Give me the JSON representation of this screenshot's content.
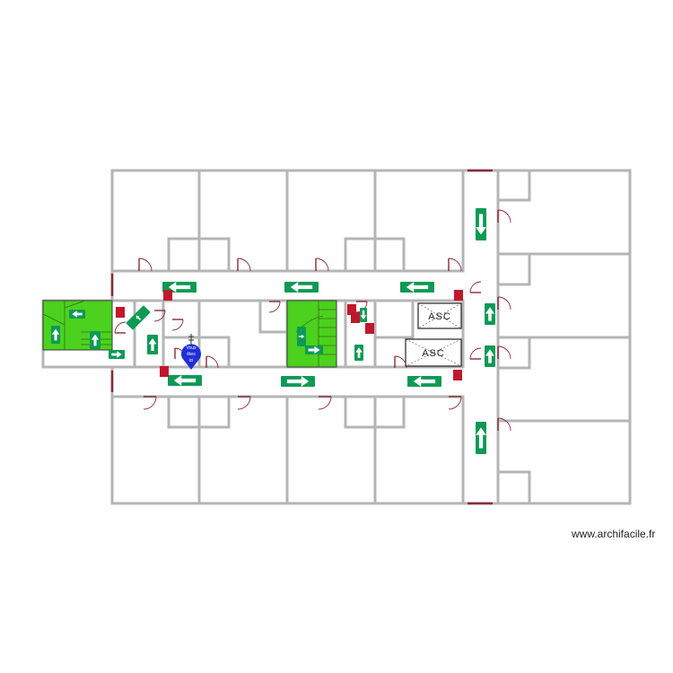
{
  "lifts": [
    {
      "label": "ASC"
    },
    {
      "label": "ASC"
    }
  ],
  "location_marker": {
    "line1": "Vous",
    "line2": "êtes",
    "line3": "ici"
  },
  "watermark": "www.archifacile.fr",
  "colors": {
    "walls": "#b5b5b5",
    "doors": "#8a2a35",
    "exit_sign": "#0d9a55",
    "fire_extinguisher": "#c0182b",
    "stairs": "#4cd11e",
    "location_marker": "#1f2fd6"
  },
  "icons": {
    "exit_sign": "evacuation-arrow-icon",
    "fire_extinguisher": "fire-extinguisher-icon",
    "location_marker": "you-are-here-pin-icon"
  }
}
